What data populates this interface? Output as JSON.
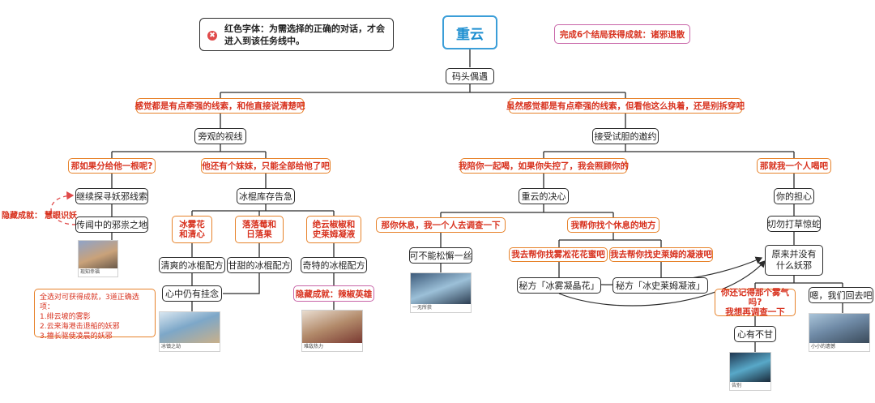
{
  "legend": {
    "icon": "red-circle-icon",
    "text": "红色字体：为需选择的正确的对话，才会进入到该任务线中。"
  },
  "title": "重云",
  "achievement_top": "完成6个结局获得成就：诸邪退散",
  "nodes": {
    "dock": "码头偶遇",
    "opt_left_top": "感觉都是有点牵强的线索，和他直接说清楚吧",
    "opt_right_top": "虽然感觉都是有点牵强的线索，但看他这么执着，还是别拆穿吧",
    "bystander": "旁观的视线",
    "accept_invite": "接受试胆的邀约",
    "opt_share": "那如果分给他一根呢?",
    "opt_sister": "他还有个妹妹，只能全部给他了吧",
    "opt_accompany": "我陪你一起喝，如果你失控了，我会照顾你的",
    "opt_go_alone": "那就我一个人喝吧",
    "continue_search": "继续探寻妖邪线索",
    "legend_place": "传闻中的邪祟之地",
    "popsicle_alert": "冰棍库存告急",
    "resolve": "重云的决心",
    "your_worry": "你的担心",
    "opt_ice_mint": "冰雾花\n和清心",
    "opt_berry": "落落莓和\n日落果",
    "opt_spice": "绝云椒椒和\n史莱姆凝液",
    "refresh_recipe": "清爽的冰棍配方",
    "sweet_recipe": "甘甜的冰棍配方",
    "odd_recipe": "奇特的冰棍配方",
    "still_attached": "心中仍有挂念",
    "opt_rest_alone": "那你休息，我一个人去调查一下",
    "opt_find_rest": "我帮你找个休息的地方",
    "cannot_lax": "可不能松懈一丝",
    "opt_mist_flower": "我去帮你找雾凇花花蜜吧",
    "opt_slime": "我去帮你找史莱姆的凝液吧",
    "recipe_mist": "秘方「冰雾凝晶花」",
    "recipe_slime": "秘方「冰史莱姆凝液」",
    "no_rush": "切勿打草惊蛇",
    "no_demon": "原来并没有什么妖邪",
    "opt_remember": "你还记得那个雾气吗?\n我想再调查一下",
    "go_back": "嗯，我们回去吧",
    "unwilling": "心有不甘"
  },
  "achievements": {
    "spicy_hero": "隐藏成就：辣椒英雄",
    "hidden_prefix": "隐藏成就：",
    "hidden_name": "慧眼识妖"
  },
  "note": "全选对可获得成就，3道正确选项：\n1.绯云坡的雾影\n2.云来海港击退船的妖邪\n3.擅长驱使凌晨的妖邪",
  "thumbs": {
    "t1": "现知幸福",
    "t2": "一无所获",
    "t3": "冰镇之劫",
    "t4": "难敌热力",
    "t5": "小小的遗憾",
    "t6": "告别"
  },
  "colors": {
    "orange_border": "#e7822a",
    "red_text": "#d8321f",
    "blue_title": "#1e8fd0",
    "pink_border": "#c865a8"
  }
}
